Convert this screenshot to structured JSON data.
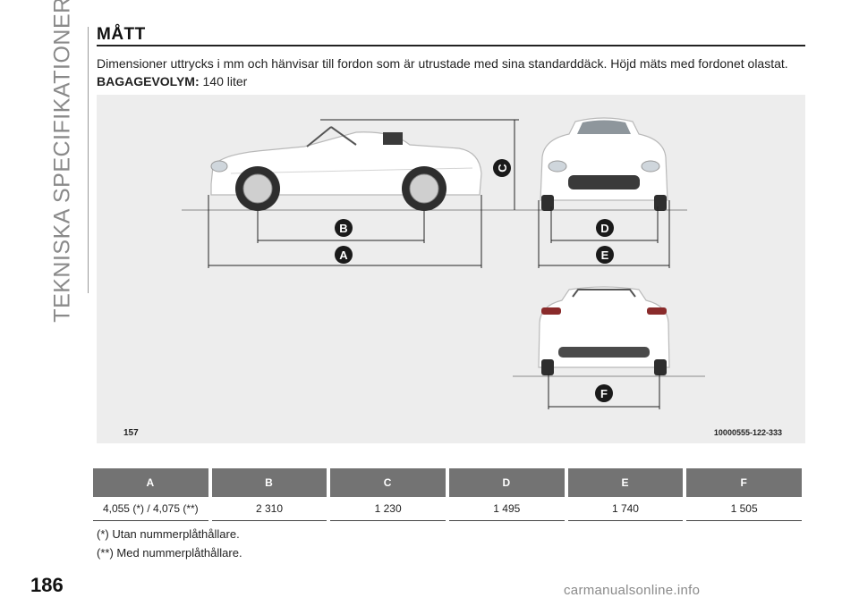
{
  "side_title": "TEKNISKA SPECIFIKATIONER",
  "section_title": "MÅTT",
  "intro_text": "Dimensioner uttrycks i mm och hänvisar till fordon som är utrustade med sina standarddäck. Höjd mäts med fordonet olastat.",
  "luggage": {
    "label": "BAGAGEVOLYM:",
    "value": "140 liter"
  },
  "figure": {
    "number": "157",
    "code": "10000555-122-333",
    "dimension_letters": [
      "A",
      "B",
      "C",
      "D",
      "E",
      "F"
    ]
  },
  "table": {
    "headers": [
      "A",
      "B",
      "C",
      "D",
      "E",
      "F"
    ],
    "values": [
      "4,055 (*) / 4,075 (**)",
      "2 310",
      "1 230",
      "1 495",
      "1 740",
      "1 505"
    ]
  },
  "notes": [
    "(*) Utan nummerplåthållare.",
    "(**) Med nummerplåthållare."
  ],
  "page_number": "186",
  "watermark": "carmanualsonline.info",
  "colors": {
    "table_header": "#737373",
    "figure_bg": "#ededed",
    "badge": "#1a1a1a"
  }
}
